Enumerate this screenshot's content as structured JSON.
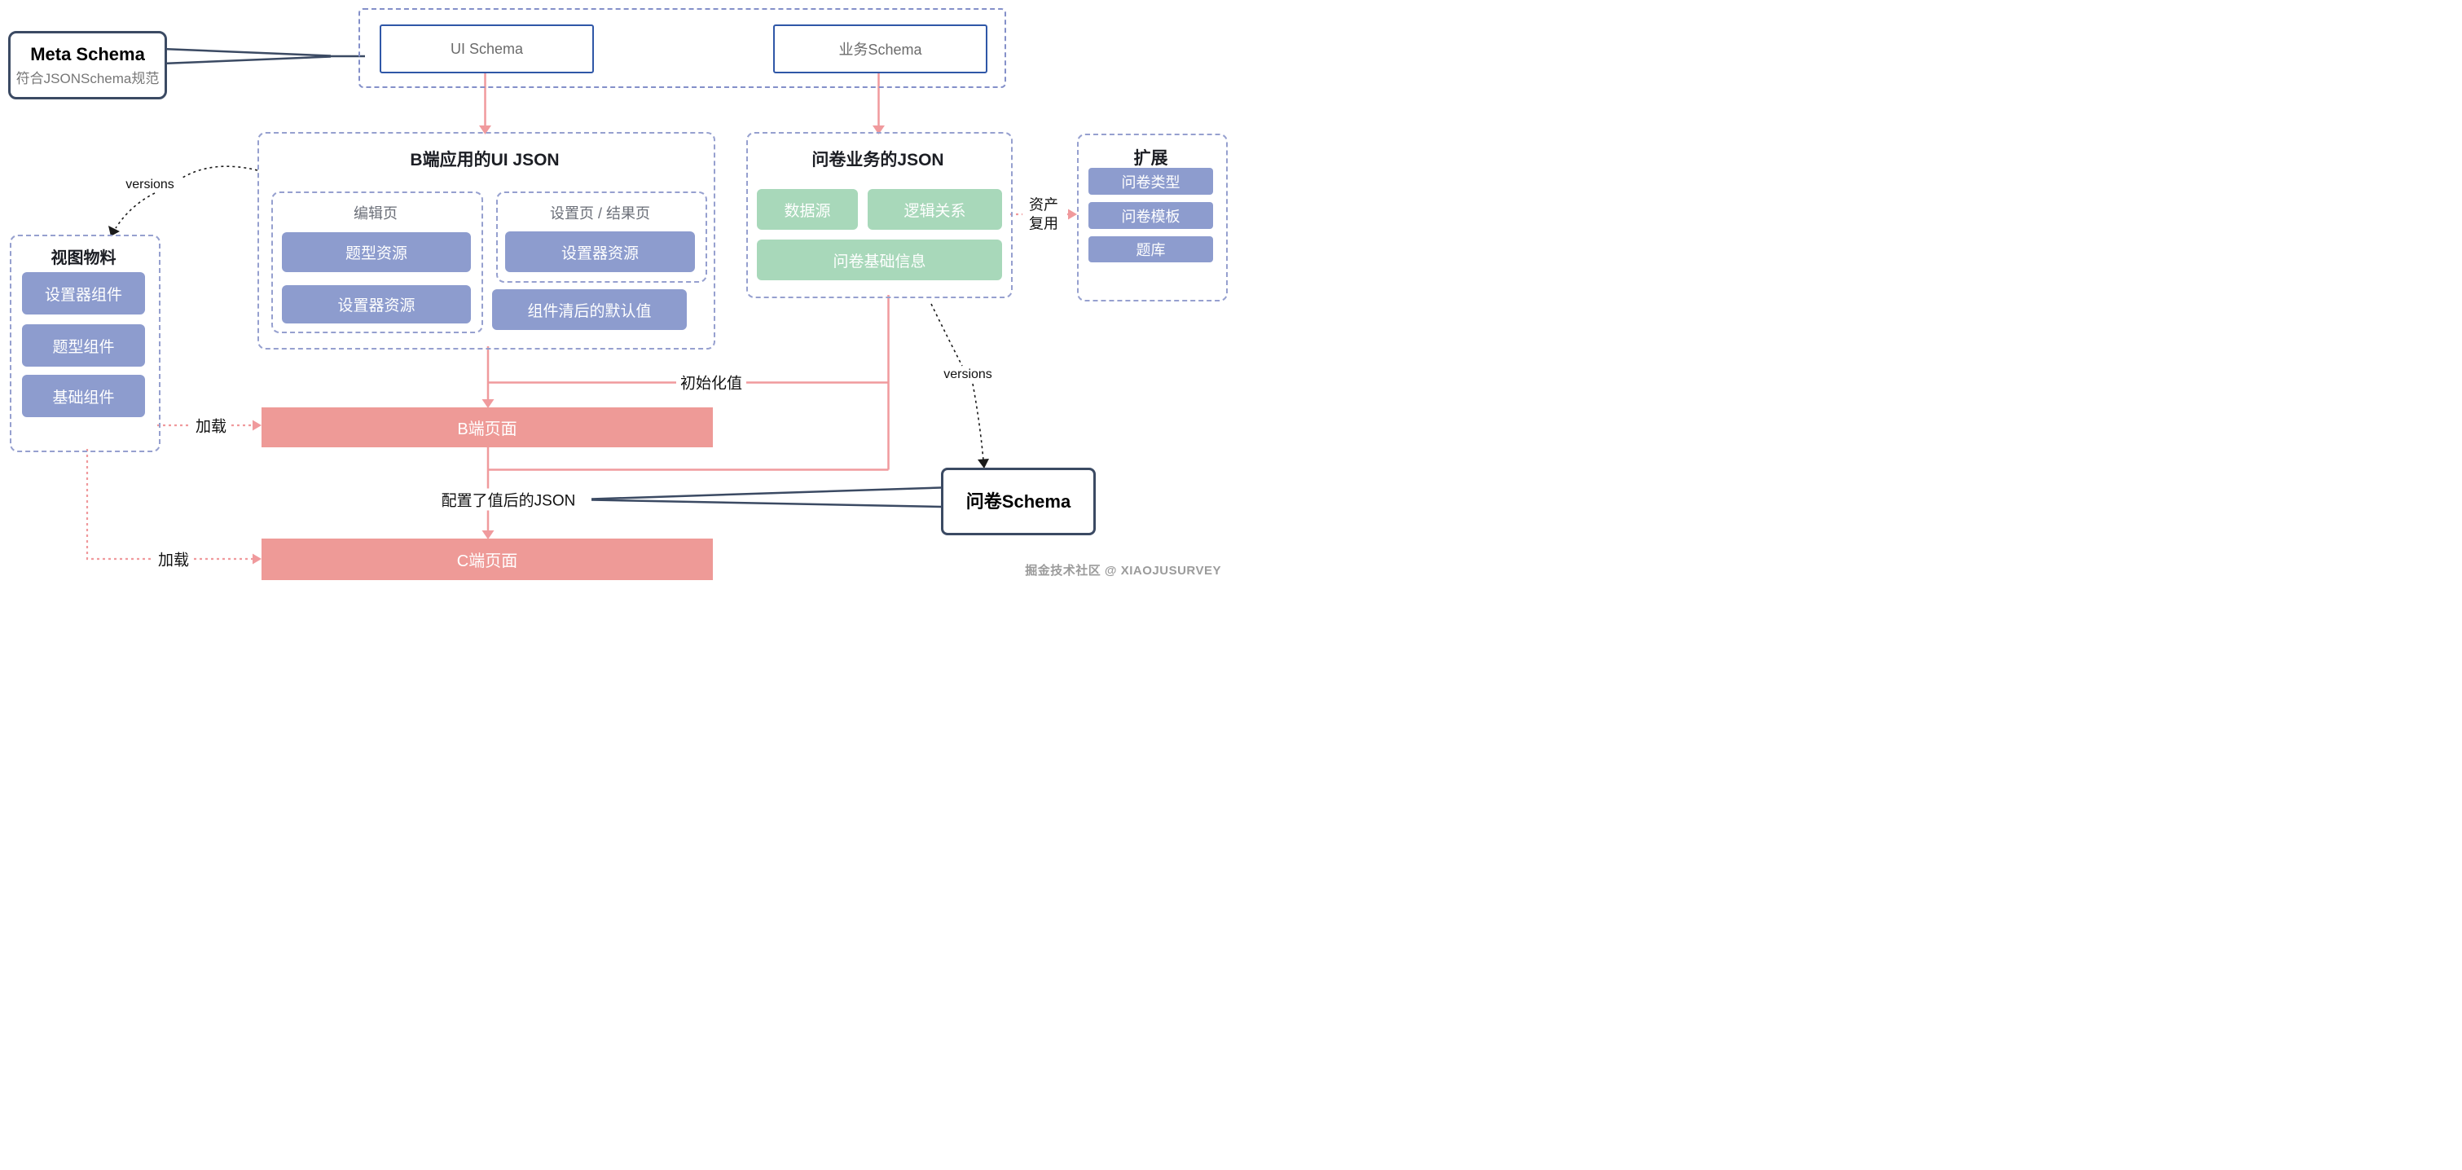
{
  "meta_schema": {
    "title": "Meta Schema",
    "subtitle": "符合JSONSchema规范"
  },
  "top_group": {
    "ui_schema": "UI Schema",
    "biz_schema": "业务Schema"
  },
  "b_ui_json": {
    "title": "B端应用的UI JSON",
    "edit_page": {
      "title": "编辑页",
      "items": [
        "题型资源",
        "设置器资源"
      ]
    },
    "settings_page": {
      "title": "设置页 / 结果页",
      "items": [
        "设置器资源"
      ]
    },
    "default_values": "组件清后的默认值"
  },
  "survey_biz_json": {
    "title": "问卷业务的JSON",
    "items": [
      "数据源",
      "逻辑关系",
      "问卷基础信息"
    ]
  },
  "extension": {
    "title": "扩展",
    "items": [
      "问卷类型",
      "问卷模板",
      "题库"
    ]
  },
  "view_materials": {
    "title": "视图物料",
    "items": [
      "设置器组件",
      "题型组件",
      "基础组件"
    ]
  },
  "pages": {
    "b_page": "B端页面",
    "c_page": "C端页面"
  },
  "survey_schema": {
    "title": "问卷Schema"
  },
  "labels": {
    "versions_left": "versions",
    "versions_right": "versions",
    "load_b": "加载",
    "load_c": "加载",
    "init_value": "初始化值",
    "configured_json": "配置了值后的JSON",
    "asset_reuse_line1": "资产",
    "asset_reuse_line2": "复用"
  },
  "colors": {
    "salmon": "#ee9a97",
    "purple": "#8d9cce",
    "green": "#a8d8ba",
    "navy": "#3b4a63",
    "dashed_border": "#96a0cf",
    "blue_border": "#2f57a7"
  },
  "watermark": "掘金技术社区 @ XIAOJUSURVEY"
}
